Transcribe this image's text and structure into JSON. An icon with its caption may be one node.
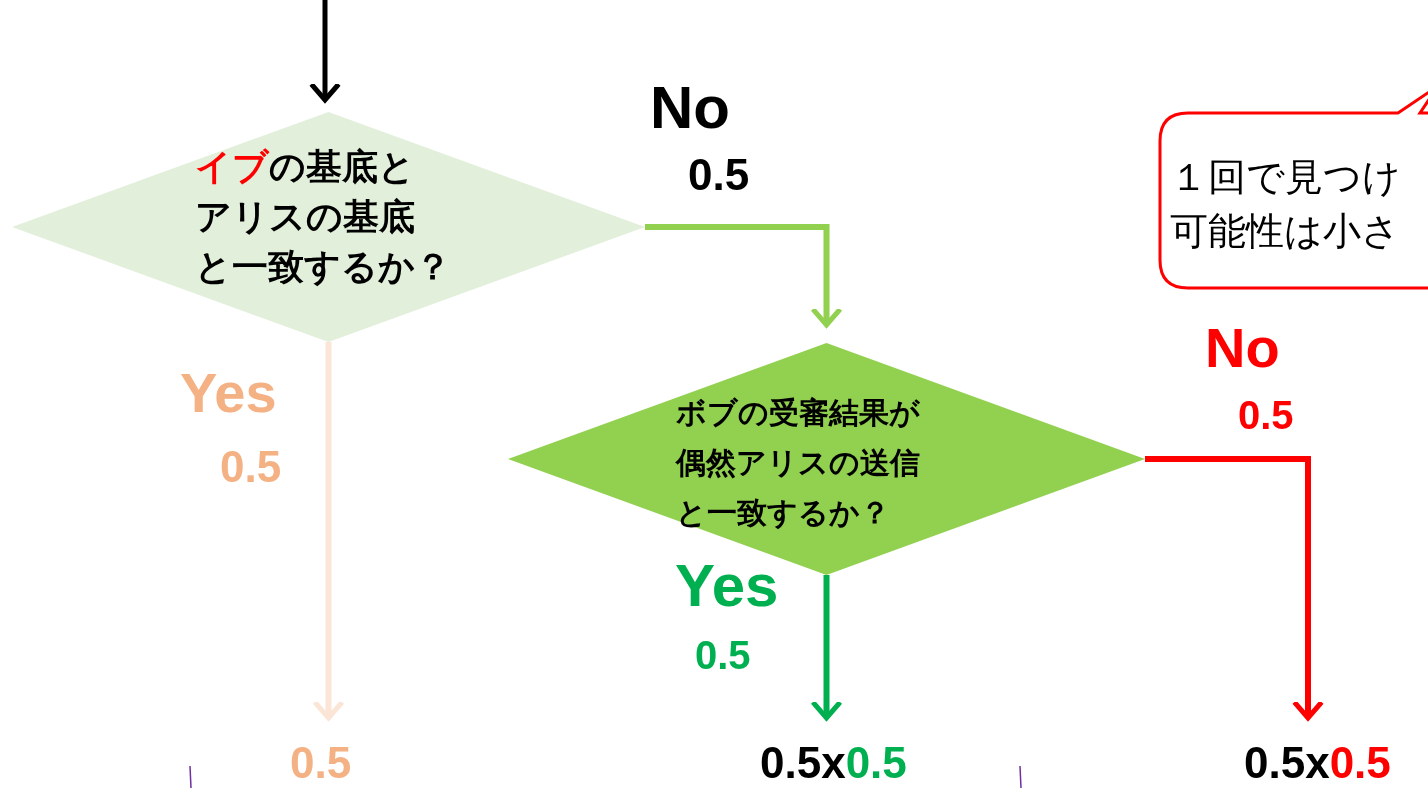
{
  "diagram": {
    "nodes": [
      {
        "text": [
          "イブ",
          "の基底とアリスの基底と一致するか？"
        ]
      },
      {
        "text": [
          "ボブの受審結果が偶然アリスの送信と一致するか？"
        ]
      },
      {
        "text": [
          "0.5"
        ]
      },
      {
        "text": [
          "0.5x",
          "0.5"
        ]
      },
      {
        "text": [
          "0.5x",
          "0.5"
        ]
      },
      {
        "text": [
          "１回で見つけ可能性は小さ"
        ]
      }
    ],
    "edges": [
      {
        "from": null,
        "to": 0,
        "arrow": "to"
      },
      {
        "from": 0,
        "to": 1,
        "arrow": "to",
        "label": "No",
        "color": "#92d050"
      },
      {
        "from": 0,
        "to": 2,
        "arrow": "to",
        "label": "Yes",
        "color": "#fbe5d6"
      },
      {
        "from": 1,
        "to": 3,
        "arrow": "to",
        "label": "Yes",
        "color": "#00b050"
      },
      {
        "from": 1,
        "to": 4,
        "arrow": "to",
        "label": "No",
        "color": "#ff0000"
      }
    ],
    "labels": [
      "0.5",
      "0.5",
      "0.5",
      "0.5"
    ]
  }
}
